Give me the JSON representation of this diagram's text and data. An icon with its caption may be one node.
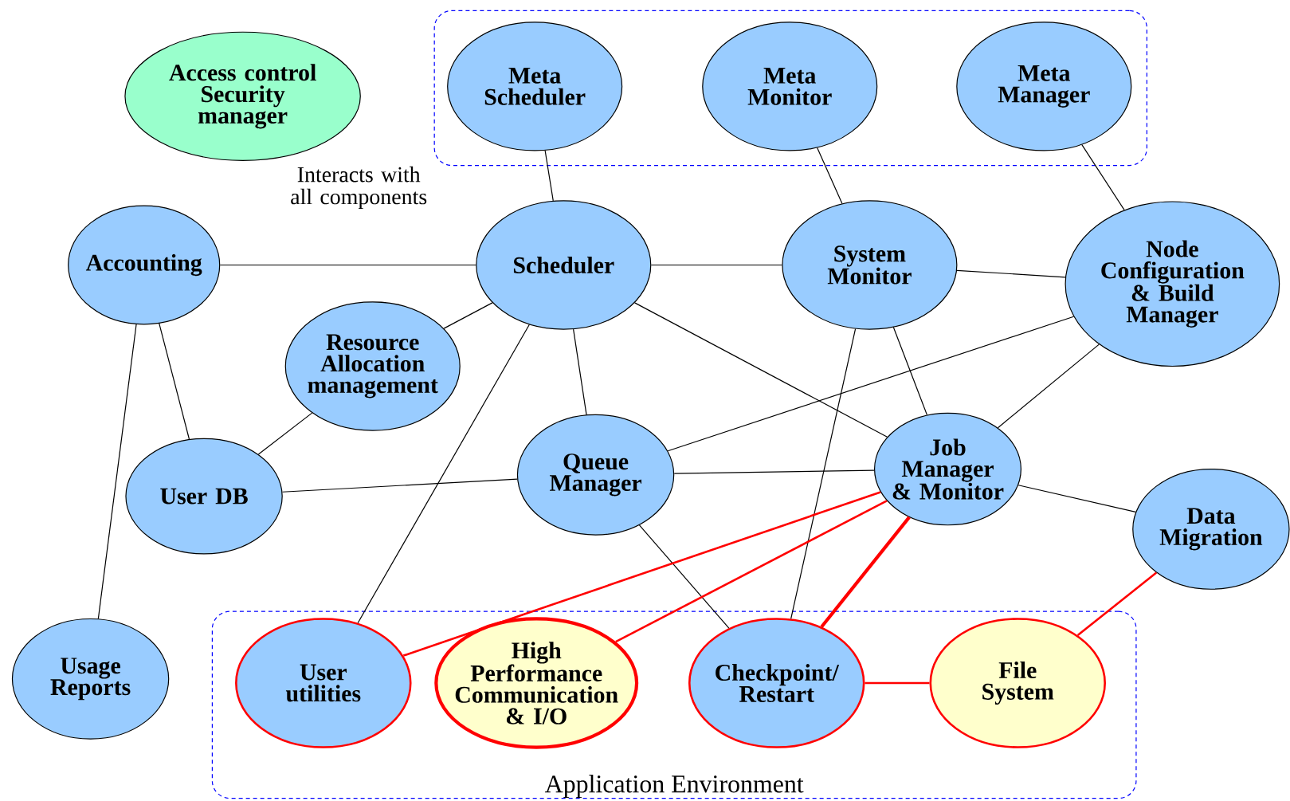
{
  "diagram": {
    "nodes": [
      {
        "text": [
          "Access control Security manager"
        ],
        "beside": [
          "Interacts with all components"
        ]
      },
      {
        "text": [],
        "shape": "box"
      },
      {
        "text": [
          "Meta Scheduler"
        ],
        "in": 1
      },
      {
        "text": [
          "Meta Monitor"
        ],
        "in": 1
      },
      {
        "text": [
          "Meta Manager"
        ],
        "in": 1
      },
      {
        "text": [
          "Accounting"
        ]
      },
      {
        "text": [
          "Scheduler"
        ]
      },
      {
        "text": [
          "System Monitor"
        ]
      },
      {
        "text": [
          "Node Configuration & Build Manager"
        ]
      },
      {
        "text": [
          "Resource Allocation management"
        ]
      },
      {
        "text": [
          "User DB"
        ]
      },
      {
        "text": [
          "Queue Manager"
        ]
      },
      {
        "text": [
          "Job Manager & Monitor"
        ]
      },
      {
        "text": [
          "Data Migration"
        ]
      },
      {
        "text": [
          "Usage Reports"
        ]
      },
      {
        "text": [
          "Application Environment"
        ]
      },
      {
        "text": [
          "User utilities"
        ],
        "in": 15
      },
      {
        "text": [
          "High Performance Communication & I/O"
        ],
        "in": 15
      },
      {
        "text": [
          "Checkpoint/ Restart"
        ],
        "in": 15
      },
      {
        "text": [
          "File System"
        ],
        "in": 15
      }
    ],
    "edges": [
      {
        "from": 2,
        "to": 6,
        "arrow": "none"
      },
      {
        "from": 3,
        "to": 7,
        "arrow": "none"
      },
      {
        "from": 4,
        "to": 8,
        "arrow": "none"
      },
      {
        "from": 5,
        "to": 6,
        "arrow": "none"
      },
      {
        "from": 6,
        "to": 7,
        "arrow": "none"
      },
      {
        "from": 7,
        "to": 8,
        "arrow": "none"
      },
      {
        "from": 6,
        "to": 9,
        "arrow": "none"
      },
      {
        "from": 5,
        "to": 10,
        "arrow": "none"
      },
      {
        "from": 10,
        "to": 9,
        "arrow": "none"
      },
      {
        "from": 6,
        "to": 11,
        "arrow": "none"
      },
      {
        "from": 6,
        "to": 12,
        "arrow": "none"
      },
      {
        "from": 6,
        "to": 16,
        "arrow": "none"
      },
      {
        "from": 7,
        "to": 12,
        "arrow": "none"
      },
      {
        "from": 7,
        "to": 18,
        "arrow": "none"
      },
      {
        "from": 8,
        "to": 11,
        "arrow": "none"
      },
      {
        "from": 8,
        "to": 12,
        "arrow": "none"
      },
      {
        "from": 10,
        "to": 11,
        "arrow": "none"
      },
      {
        "from": 11,
        "to": 12,
        "arrow": "none"
      },
      {
        "from": 12,
        "to": 13,
        "arrow": "none"
      },
      {
        "from": 11,
        "to": 18,
        "arrow": "none"
      },
      {
        "from": 5,
        "to": 14,
        "arrow": "none"
      },
      {
        "from": 12,
        "to": 16,
        "arrow": "none",
        "color": "#ff0000"
      },
      {
        "from": 12,
        "to": 17,
        "arrow": "none",
        "color": "#ff0000"
      },
      {
        "from": 12,
        "to": 18,
        "arrow": "none",
        "color": "#ff0000",
        "style": "thick"
      },
      {
        "from": 18,
        "to": 19,
        "arrow": "none",
        "color": "#ff0000"
      },
      {
        "from": 13,
        "to": 19,
        "arrow": "none",
        "color": "#ff0000"
      }
    ]
  }
}
